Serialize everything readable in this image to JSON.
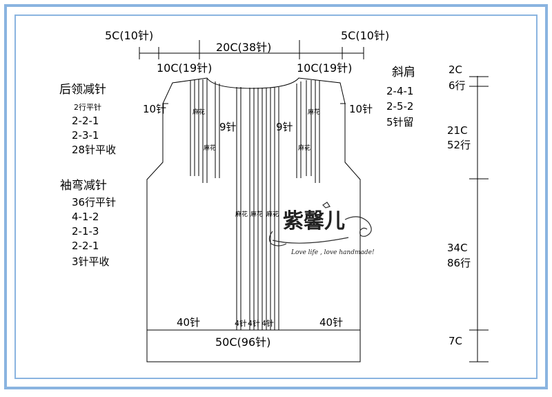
{
  "top_dimensions": {
    "left_shoulder": "5C(10针)",
    "right_shoulder": "5C(10针)",
    "center_width": "20C(38针)",
    "left_neck": "10C(19针)",
    "right_neck": "10C(19针)"
  },
  "back_neck_decrease": {
    "title": "后领减针",
    "steps": [
      "2行平针",
      "2-2-1",
      "2-3-1",
      "28针平收"
    ]
  },
  "armhole_decrease": {
    "title": "袖弯减针",
    "steps": [
      "36行平针",
      "4-1-2",
      "2-1-3",
      "2-2-1",
      "3针平收"
    ]
  },
  "shoulder_slope": {
    "title": "斜肩",
    "steps": [
      "2-4-1",
      "2-5-2",
      "5针留"
    ]
  },
  "right_dimensions": {
    "seg1_cm": "2C",
    "seg1_rows": "6行",
    "seg2_cm": "21C",
    "seg2_rows": "52行",
    "seg3_cm": "34C",
    "seg3_rows": "86行",
    "seg4_cm": "7C"
  },
  "garment_labels": {
    "left_edge_stitches": "10针",
    "right_edge_stitches": "10针",
    "left_inner_stitches": "9针",
    "right_inner_stitches": "9针",
    "cable_label": "麻花",
    "bottom_left_stitches": "40针",
    "bottom_right_stitches": "40针",
    "bottom_center_stitches": "4针",
    "hem": "50C(96针)"
  },
  "watermark": {
    "logo_text": "紫馨儿",
    "tagline": "Love life , love handmade!"
  },
  "colors": {
    "border": "#8ab4e0",
    "line": "#000000"
  }
}
